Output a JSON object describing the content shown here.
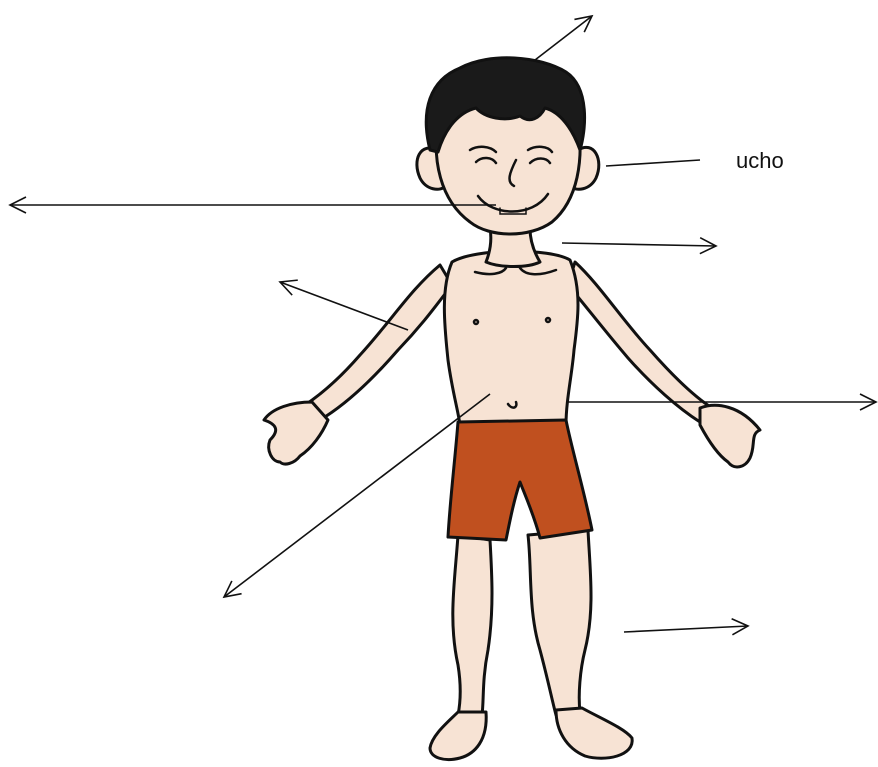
{
  "labels": {
    "ear": "ucho"
  },
  "colors": {
    "skin": "#f7e3d4",
    "hair": "#1a1a1a",
    "shorts": "#c0501f",
    "outline": "#111111",
    "arrow": "#111111"
  },
  "icons": [
    "boy-figure-illustration",
    "arrow-pointer"
  ]
}
